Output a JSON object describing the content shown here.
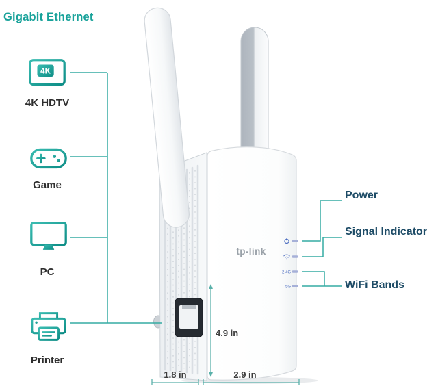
{
  "title": {
    "text": "Gigabit Ethernet"
  },
  "colors": {
    "teal_accent": "#2aa9a1",
    "callout_navy": "#1d4b66",
    "icon_teal_start": "#3abcb1",
    "icon_teal_end": "#0d8d86",
    "led_blue": "#4e6fc1",
    "logo_gray": "#99a1a8"
  },
  "left_panel": {
    "items": [
      {
        "label": "4K HDTV",
        "icon": "tv-4k-icon",
        "badge": "4K"
      },
      {
        "label": "Game",
        "icon": "gamepad-icon"
      },
      {
        "label": "PC",
        "icon": "monitor-icon"
      },
      {
        "label": "Printer",
        "icon": "printer-icon"
      }
    ]
  },
  "callouts": [
    {
      "text": "Power"
    },
    {
      "text": "Signal Indicator"
    },
    {
      "text": "WiFi Bands"
    }
  ],
  "device": {
    "brand": "tp-link",
    "leds": [
      {
        "name": "power-led"
      },
      {
        "name": "signal-led"
      },
      {
        "name": "band-2-4g",
        "text": "2.4G"
      },
      {
        "name": "band-5g",
        "text": "5G"
      }
    ]
  },
  "dimensions": {
    "height": "4.9 in",
    "depth": "1.8 in",
    "width": "2.9 in"
  }
}
